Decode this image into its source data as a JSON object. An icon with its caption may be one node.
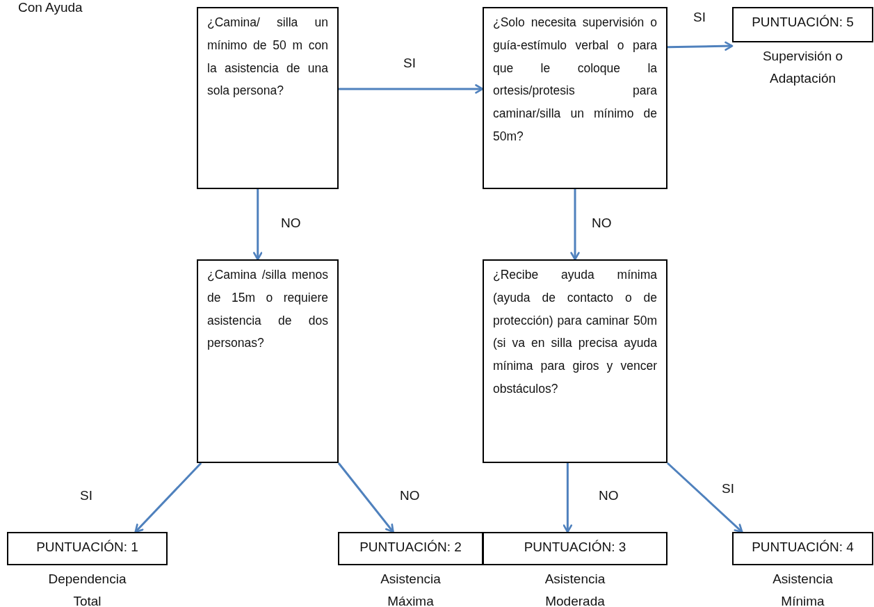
{
  "diagram": {
    "nodes": [
      {
        "text": [
          "¿Camina/ silla un mínimo de 50 m con la asistencia de una sola persona?"
        ]
      },
      {
        "text": [
          "¿Solo necesita supervisión o guía-estímulo verbal o para que le coloque la ortesis/protesis para caminar/silla un mínimo de 50m?"
        ]
      },
      {
        "text": [
          "PUNTUACIÓN: 5"
        ],
        "beside": [
          "Supervisión o Adaptación"
        ]
      },
      {
        "text": [
          "¿Camina /silla menos de 15m o requiere asistencia de dos personas?"
        ]
      },
      {
        "text": [
          "¿Recibe ayuda mínima (ayuda de contacto o de protección) para caminar 50m (si va en silla precisa ayuda mínima para giros y vencer obstáculos?"
        ]
      },
      {
        "text": [
          "PUNTUACIÓN: 1"
        ],
        "beside": [
          "Dependencia Total"
        ]
      },
      {
        "text": [
          "PUNTUACIÓN: 2"
        ],
        "beside": [
          "Asistencia Máxima"
        ]
      },
      {
        "text": [
          "PUNTUACIÓN: 3"
        ],
        "beside": [
          "Asistencia Moderada"
        ]
      },
      {
        "text": [
          "PUNTUACIÓN: 4"
        ],
        "beside": [
          "Asistencia Mínima"
        ]
      }
    ],
    "edges": [
      {
        "from": 0,
        "to": 1,
        "arrow": "to",
        "label": "SI"
      },
      {
        "from": 1,
        "to": 2,
        "arrow": "to",
        "label": "SI"
      },
      {
        "from": 0,
        "to": 3,
        "arrow": "to",
        "label": "NO"
      },
      {
        "from": 1,
        "to": 4,
        "arrow": "to",
        "label": "NO"
      },
      {
        "from": 3,
        "to": 5,
        "arrow": "to",
        "label": "SI"
      },
      {
        "from": 3,
        "to": 6,
        "arrow": "to",
        "label": "NO"
      },
      {
        "from": 4,
        "to": 7,
        "arrow": "to",
        "label": "NO"
      },
      {
        "from": 4,
        "to": 8,
        "arrow": "to",
        "label": "SI"
      }
    ],
    "labels": [
      "Con Ayuda"
    ]
  }
}
